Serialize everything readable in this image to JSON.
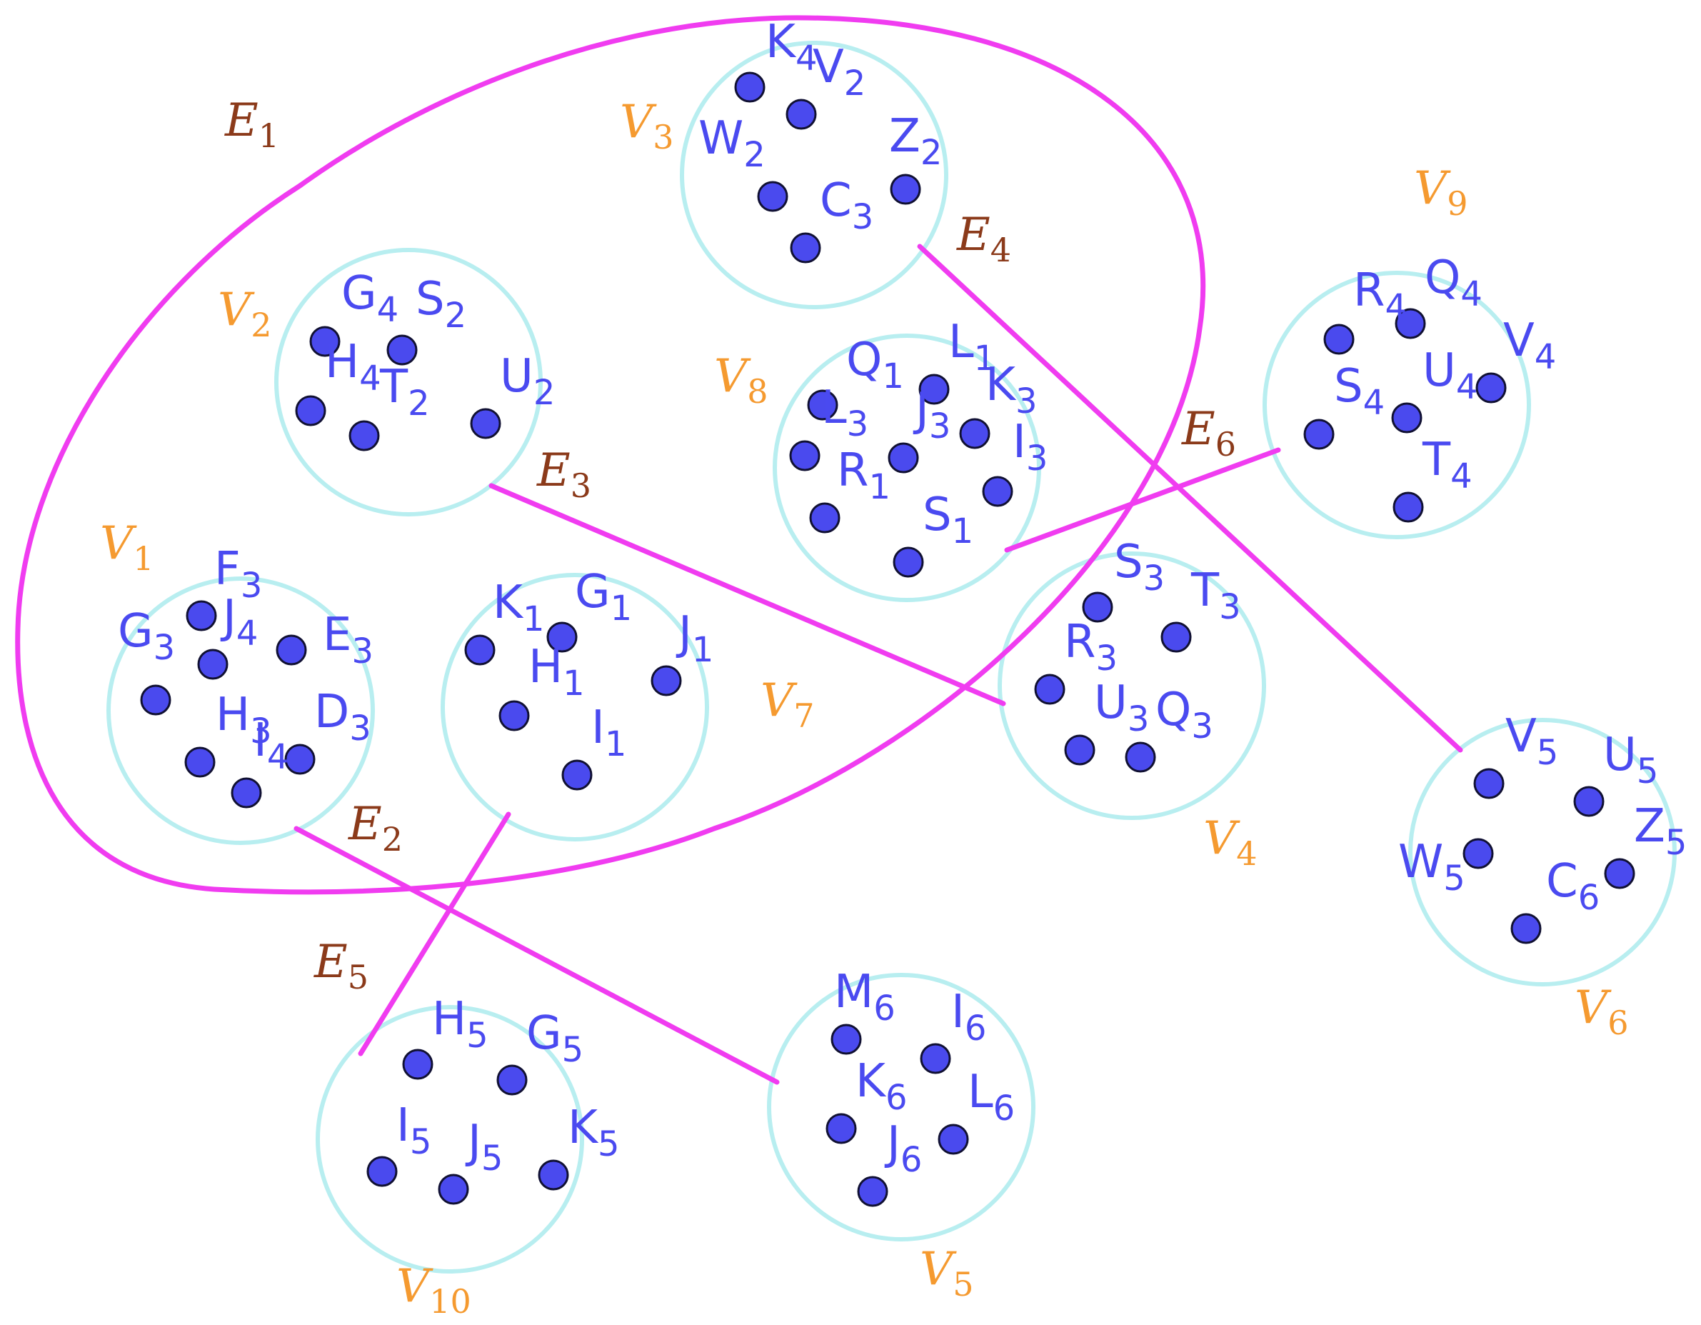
{
  "colors": {
    "circle": "#b8eef0",
    "edge": "#f03cf0",
    "node": "#4a4aee",
    "node_label": "#4a4af0",
    "group_label": "#f59a30",
    "edge_label": "#8b3a1a"
  },
  "groups": [
    {
      "id": "g_v3",
      "name": "V",
      "sub": "3"
    },
    {
      "id": "g_v2",
      "name": "V",
      "sub": "2"
    },
    {
      "id": "g_v8",
      "name": "V",
      "sub": "8"
    },
    {
      "id": "g_v9",
      "name": "V",
      "sub": "9"
    },
    {
      "id": "g_v1",
      "name": "V",
      "sub": "1"
    },
    {
      "id": "g_v7",
      "name": "V",
      "sub": "7"
    },
    {
      "id": "g_v4",
      "name": "V",
      "sub": "4"
    },
    {
      "id": "g_v6",
      "name": "V",
      "sub": "6"
    },
    {
      "id": "g_v10",
      "name": "V",
      "sub": "10"
    },
    {
      "id": "g_v5",
      "name": "V",
      "sub": "5"
    }
  ],
  "edges": [
    {
      "id": "e1",
      "name": "E",
      "sub": "1"
    },
    {
      "id": "e2",
      "name": "E",
      "sub": "2"
    },
    {
      "id": "e3",
      "name": "E",
      "sub": "3"
    },
    {
      "id": "e4",
      "name": "E",
      "sub": "4"
    },
    {
      "id": "e5",
      "name": "E",
      "sub": "5"
    },
    {
      "id": "e6",
      "name": "E",
      "sub": "6"
    }
  ],
  "nodes": [
    {
      "id": "n_k4a",
      "name": "K",
      "sub": "4"
    },
    {
      "id": "n_v2",
      "name": "V",
      "sub": "2"
    },
    {
      "id": "n_w2",
      "name": "W",
      "sub": "2"
    },
    {
      "id": "n_z2",
      "name": "Z",
      "sub": "2"
    },
    {
      "id": "n_c3",
      "name": "C",
      "sub": "3"
    },
    {
      "id": "n_g4",
      "name": "G",
      "sub": "4"
    },
    {
      "id": "n_s2",
      "name": "S",
      "sub": "2"
    },
    {
      "id": "n_h4",
      "name": "H",
      "sub": "4"
    },
    {
      "id": "n_t2",
      "name": "T",
      "sub": "2"
    },
    {
      "id": "n_u2",
      "name": "U",
      "sub": "2"
    },
    {
      "id": "n_q1",
      "name": "Q",
      "sub": "1"
    },
    {
      "id": "n_l1",
      "name": "L",
      "sub": "1"
    },
    {
      "id": "n_k3",
      "name": "K",
      "sub": "3"
    },
    {
      "id": "n_l3",
      "name": "L",
      "sub": "3"
    },
    {
      "id": "n_j3",
      "name": "J",
      "sub": "3"
    },
    {
      "id": "n_i3",
      "name": "I",
      "sub": "3"
    },
    {
      "id": "n_r1",
      "name": "R",
      "sub": "1"
    },
    {
      "id": "n_s1",
      "name": "S",
      "sub": "1"
    },
    {
      "id": "n_r4",
      "name": "R",
      "sub": "4"
    },
    {
      "id": "n_q4",
      "name": "Q",
      "sub": "4"
    },
    {
      "id": "n_v4",
      "name": "V",
      "sub": "4"
    },
    {
      "id": "n_s4",
      "name": "S",
      "sub": "4"
    },
    {
      "id": "n_u4",
      "name": "U",
      "sub": "4"
    },
    {
      "id": "n_t4",
      "name": "T",
      "sub": "4"
    },
    {
      "id": "n_f3",
      "name": "F",
      "sub": "3"
    },
    {
      "id": "n_g3",
      "name": "G",
      "sub": "3"
    },
    {
      "id": "n_j4",
      "name": "J",
      "sub": "4"
    },
    {
      "id": "n_e3",
      "name": "E",
      "sub": "3"
    },
    {
      "id": "n_h3",
      "name": "H",
      "sub": "3"
    },
    {
      "id": "n_d3",
      "name": "D",
      "sub": "3"
    },
    {
      "id": "n_i4",
      "name": "I",
      "sub": "4"
    },
    {
      "id": "n_k1",
      "name": "K",
      "sub": "1"
    },
    {
      "id": "n_g1",
      "name": "G",
      "sub": "1"
    },
    {
      "id": "n_j1",
      "name": "J",
      "sub": "1"
    },
    {
      "id": "n_h1",
      "name": "H",
      "sub": "1"
    },
    {
      "id": "n_i1",
      "name": "I",
      "sub": "1"
    },
    {
      "id": "n_s3",
      "name": "S",
      "sub": "3"
    },
    {
      "id": "n_t3",
      "name": "T",
      "sub": "3"
    },
    {
      "id": "n_r3",
      "name": "R",
      "sub": "3"
    },
    {
      "id": "n_u3",
      "name": "U",
      "sub": "3"
    },
    {
      "id": "n_q3",
      "name": "Q",
      "sub": "3"
    },
    {
      "id": "n_v5",
      "name": "V",
      "sub": "5"
    },
    {
      "id": "n_u5",
      "name": "U",
      "sub": "5"
    },
    {
      "id": "n_w5",
      "name": "W",
      "sub": "5"
    },
    {
      "id": "n_z5",
      "name": "Z",
      "sub": "5"
    },
    {
      "id": "n_c6",
      "name": "C",
      "sub": "6"
    },
    {
      "id": "n_h5",
      "name": "H",
      "sub": "5"
    },
    {
      "id": "n_g5",
      "name": "G",
      "sub": "5"
    },
    {
      "id": "n_i5",
      "name": "I",
      "sub": "5"
    },
    {
      "id": "n_j5",
      "name": "J",
      "sub": "5"
    },
    {
      "id": "n_k5",
      "name": "K",
      "sub": "5"
    },
    {
      "id": "n_m6",
      "name": "M",
      "sub": "6"
    },
    {
      "id": "n_i6",
      "name": "I",
      "sub": "6"
    },
    {
      "id": "n_k6",
      "name": "K",
      "sub": "6"
    },
    {
      "id": "n_l6",
      "name": "L",
      "sub": "6"
    },
    {
      "id": "n_j6",
      "name": "J",
      "sub": "6"
    }
  ]
}
